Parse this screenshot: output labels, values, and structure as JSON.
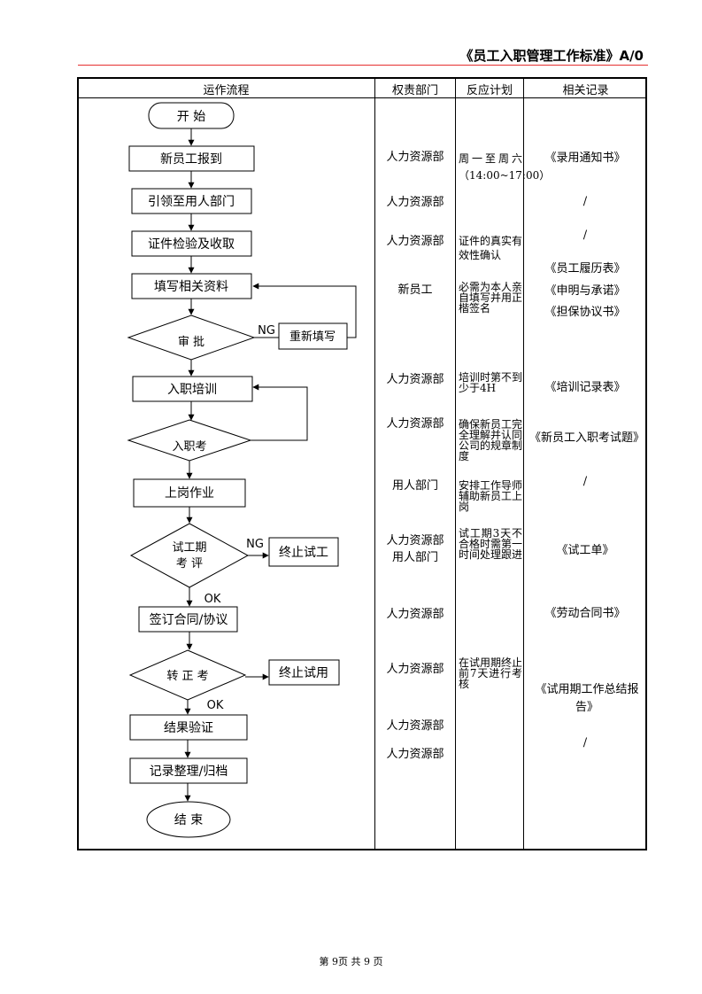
{
  "header": {
    "title": "《员工入职管理工作标准》A/0"
  },
  "table": {
    "columns": [
      "运作流程",
      "权责部门",
      "反应计划",
      "相关记录"
    ]
  },
  "flow": {
    "start": "开  始",
    "report": "新员工报到",
    "guide": "引领至用人部门",
    "docs": "证件检验及收取",
    "fill": "填写相关资料",
    "review": "审  批",
    "ng1": "NG",
    "refill": "重新填写",
    "training": "入职培训",
    "exam": "入职考",
    "onduty": "上岗作业",
    "trial_line1": "试工期",
    "trial_line2": "考  评",
    "ng2": "NG",
    "stop_trial": "终止试工",
    "ok1": "OK",
    "contract": "签订合同/协议",
    "regular": "转 正 考",
    "stop_probation": "终止试用",
    "ok2": "OK",
    "verify": "结果验证",
    "archive": "记录整理/归档",
    "end": "结  束"
  },
  "departments": [
    "人力资源部",
    "人力资源部",
    "人力资源部",
    "新员工",
    "人力资源部",
    "人力资源部",
    "用人部门",
    "人力资源部\n用人部门",
    "人力资源部",
    "人力资源部",
    "人力资源部",
    "人力资源部"
  ],
  "plans": [
    "周一至周六（14:00~17:00）",
    "证件的真实有效性确认",
    "必需为本人亲自填写并用正楷签名",
    "培训时第不到少于4H",
    "确保新员工完全理解并认同公司的规章制度",
    "安排工作导师辅助新员工上岗",
    "试工期3天不合格时需第一时间处理跟进",
    "在试用期终止前7天进行考核"
  ],
  "records": [
    "《录用通知书》",
    "/",
    "/",
    "《员工履历表》",
    "《申明与承诺》",
    "《担保协议书》",
    "《培训记录表》",
    "《新员工入职考试题》",
    "/",
    "《试工单》",
    "《劳动合同书》",
    "《试用期工作总结报告》",
    "/"
  ],
  "footer": {
    "text": "第 9页  共 9 页"
  }
}
